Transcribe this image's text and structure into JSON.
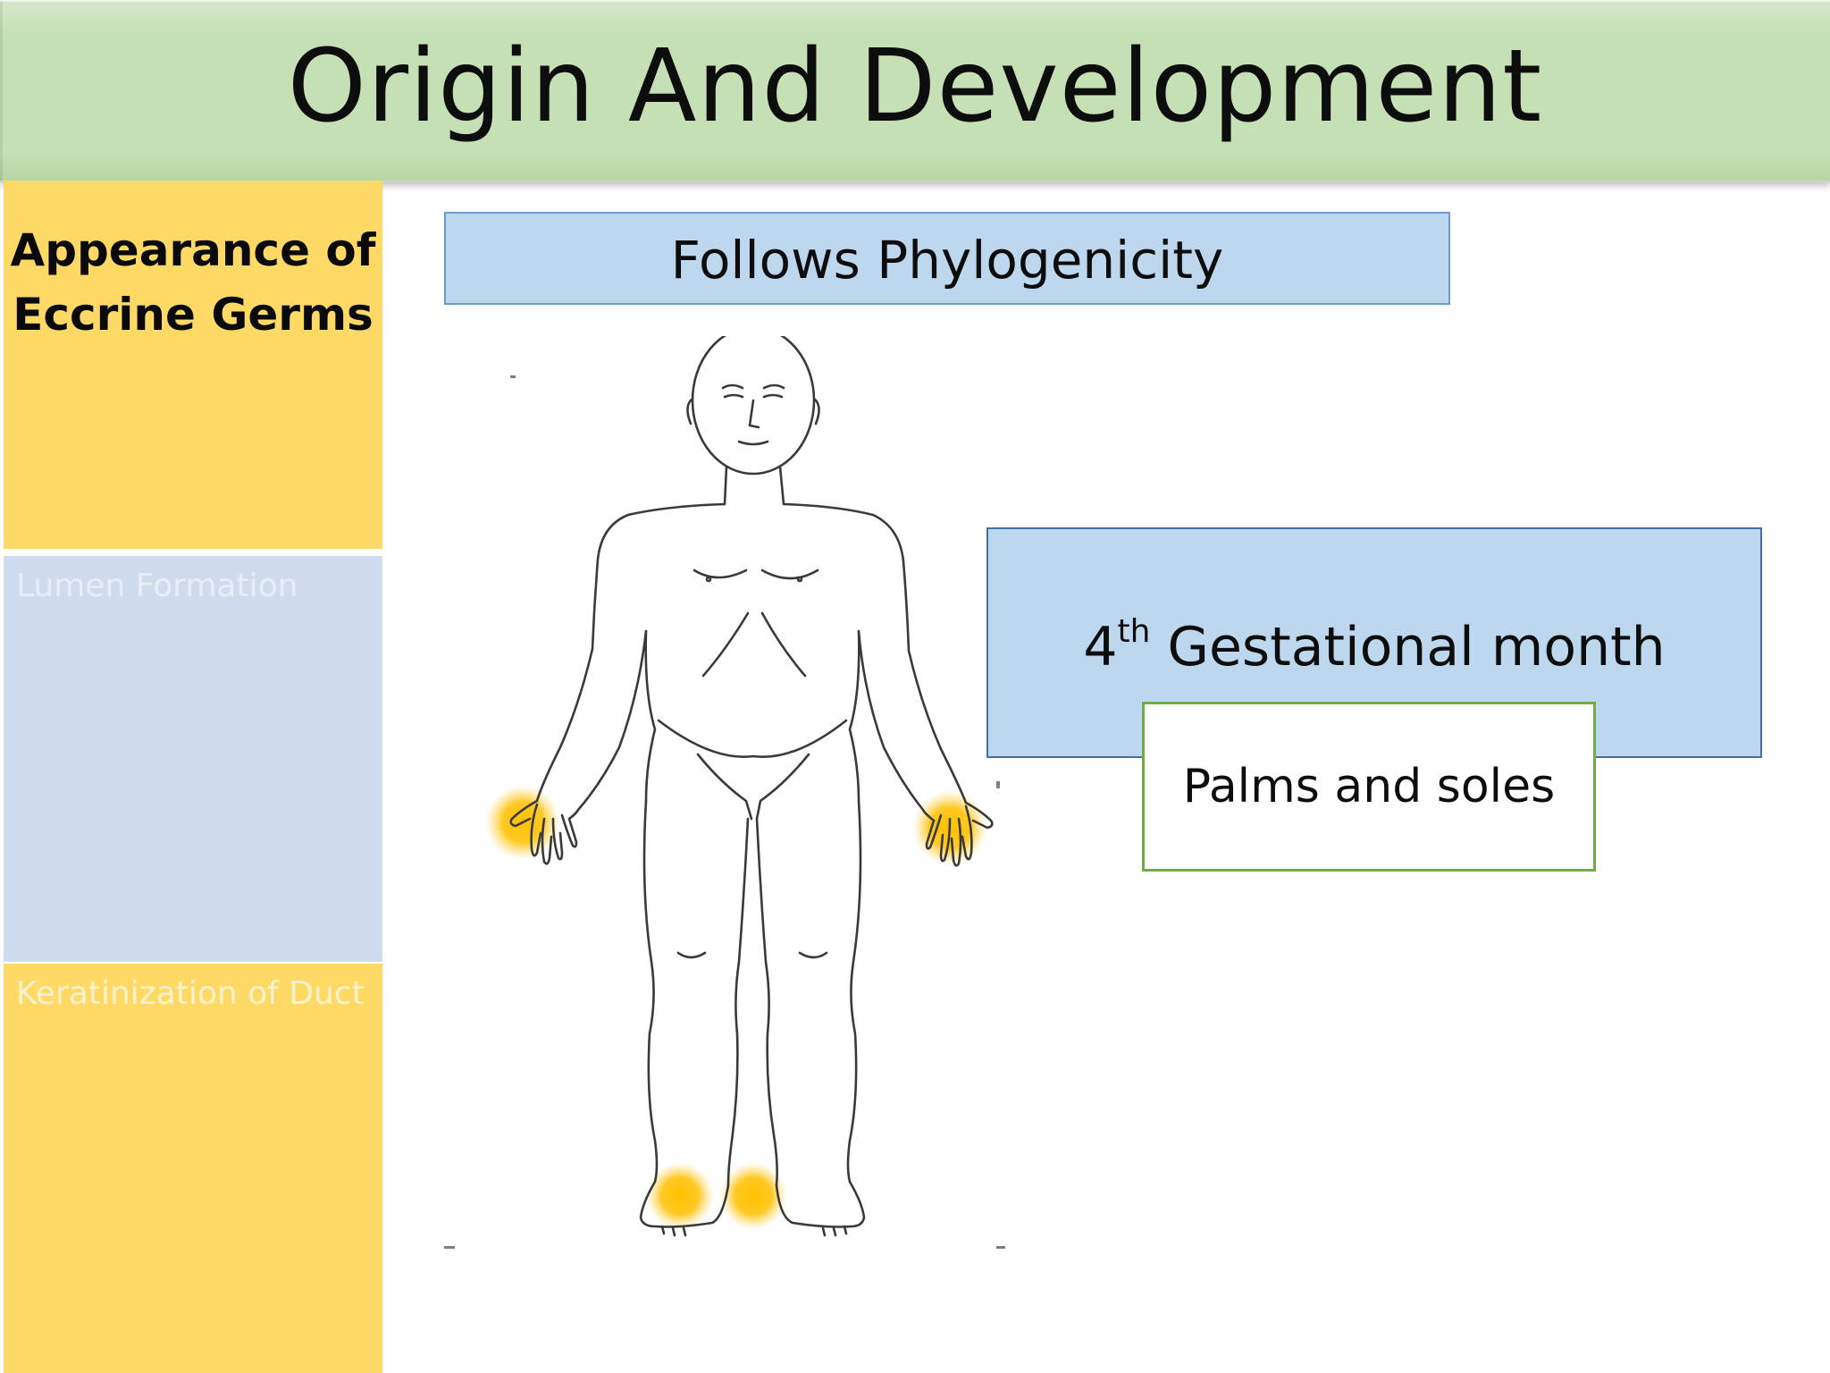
{
  "title": "Origin And Development",
  "stages": [
    {
      "label_line1": "Appearance of",
      "label_line2": "Eccrine Germs"
    },
    {
      "label": "Lumen Formation"
    },
    {
      "label": "Keratinization of Duct"
    }
  ],
  "phylogenicity_label": "Follows Phylogenicity",
  "gestation": {
    "number": "4",
    "ordinal_suffix": "th",
    "text": " Gestational month"
  },
  "location_label": "Palms and soles",
  "colors": {
    "title_bar": "#c5e0b4",
    "stage_active": "#ffd966",
    "stage_blue": "#cfdcee",
    "box_blue": "#bdd7ee",
    "box_border_green": "#70ad47",
    "highlight_glow": "#ffc000"
  },
  "icons": {
    "figure": "human-body-outline-figure",
    "highlight": "yellow-glow-marker"
  }
}
